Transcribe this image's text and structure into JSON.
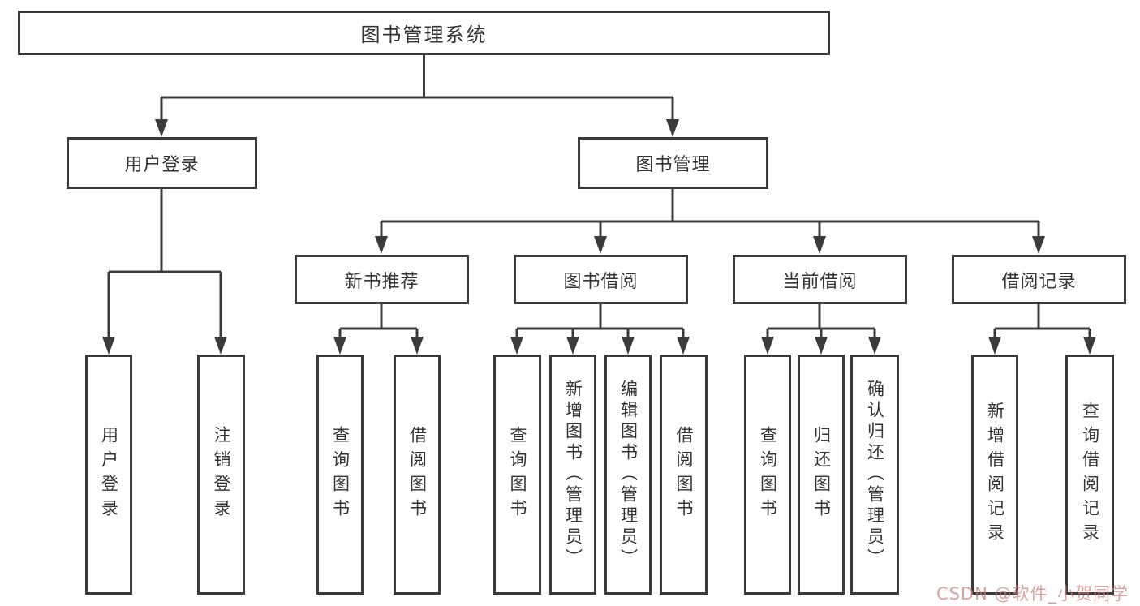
{
  "diagram": {
    "title": "图书管理系统",
    "root": {
      "label": "图书管理系统"
    },
    "branches": [
      {
        "label": "用户登录",
        "children": [
          {
            "label": "用户登录"
          },
          {
            "label": "注销登录"
          }
        ]
      },
      {
        "label": "图书管理",
        "children": [
          {
            "label": "新书推荐",
            "children": [
              {
                "label": "查询图书"
              },
              {
                "label": "借阅图书"
              }
            ]
          },
          {
            "label": "图书借阅",
            "children": [
              {
                "label": "查询图书"
              },
              {
                "label": "新增图书（管理员）"
              },
              {
                "label": "编辑图书（管理员）"
              },
              {
                "label": "借阅图书"
              }
            ]
          },
          {
            "label": "当前借阅",
            "children": [
              {
                "label": "查询图书"
              },
              {
                "label": "归还图书"
              },
              {
                "label": "确认归还（管理员）"
              }
            ]
          },
          {
            "label": "借阅记录",
            "children": [
              {
                "label": "新增借阅记录"
              },
              {
                "label": "查询借阅记录"
              }
            ]
          }
        ]
      }
    ]
  },
  "watermark": {
    "text": "CSDN @软件_小贺同学"
  },
  "colors": {
    "line": "#3b3b3b",
    "text": "#333333",
    "background": "#ffffff",
    "watermark": "#cd7d7d"
  }
}
